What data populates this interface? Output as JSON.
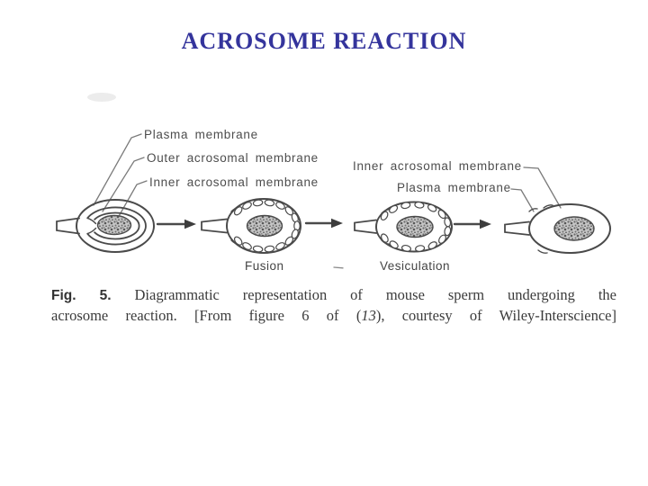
{
  "slide": {
    "title": "ACROSOME REACTION",
    "title_color": "#34349C",
    "background_color": "#FFFFFF",
    "ink_color": "#4a4a4a"
  },
  "diagram": {
    "labels": {
      "plasma_left": "Plasma membrane",
      "outer_left": "Outer acrosomal membrane",
      "inner_left": "Inner acrosomal membrane",
      "inner_right": "Inner acrosomal membrane",
      "plasma_right": "Plasma membrane"
    },
    "stages": {
      "fusion": "Fusion",
      "vesiculation": "Vesiculation"
    }
  },
  "caption": {
    "fig_label": "Fig. 5.",
    "line1_rest": "Diagrammatic representation of mouse sperm undergoing the",
    "line2_pre": "acrosome reaction. [From figure 6 of (",
    "citation_number": "13",
    "line2_post": "), courtesy of Wiley-Interscience]"
  }
}
